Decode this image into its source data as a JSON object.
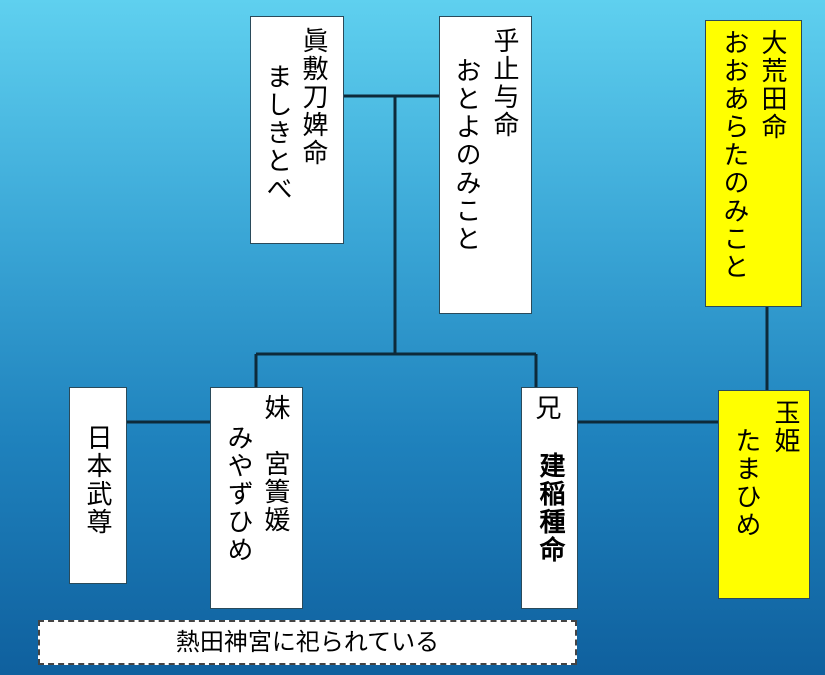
{
  "persons": {
    "mashikitobe": {
      "kanji": "眞敷刀婢命",
      "kana": "ましきとべ"
    },
    "otoyo": {
      "kanji": "乎止与命",
      "kana": "おとよのみこと"
    },
    "oarata": {
      "kanji": "大荒田命",
      "kana": "おおあらたのみこと"
    },
    "yamatotakeru": {
      "kanji": "日本武尊"
    },
    "miyazu": {
      "relation": "妹",
      "kanji": "宮簀媛",
      "kana": "みやずひめ"
    },
    "takeinadane": {
      "relation": "兄",
      "kanji": "建稲種命"
    },
    "tamahime": {
      "kanji": "玉姫",
      "kana": "たまひめ"
    }
  },
  "note": "熱田神宮に祀られている",
  "colors": {
    "highlight": "#ffff00",
    "box": "#ffffff",
    "line": "#0d2a3a"
  }
}
